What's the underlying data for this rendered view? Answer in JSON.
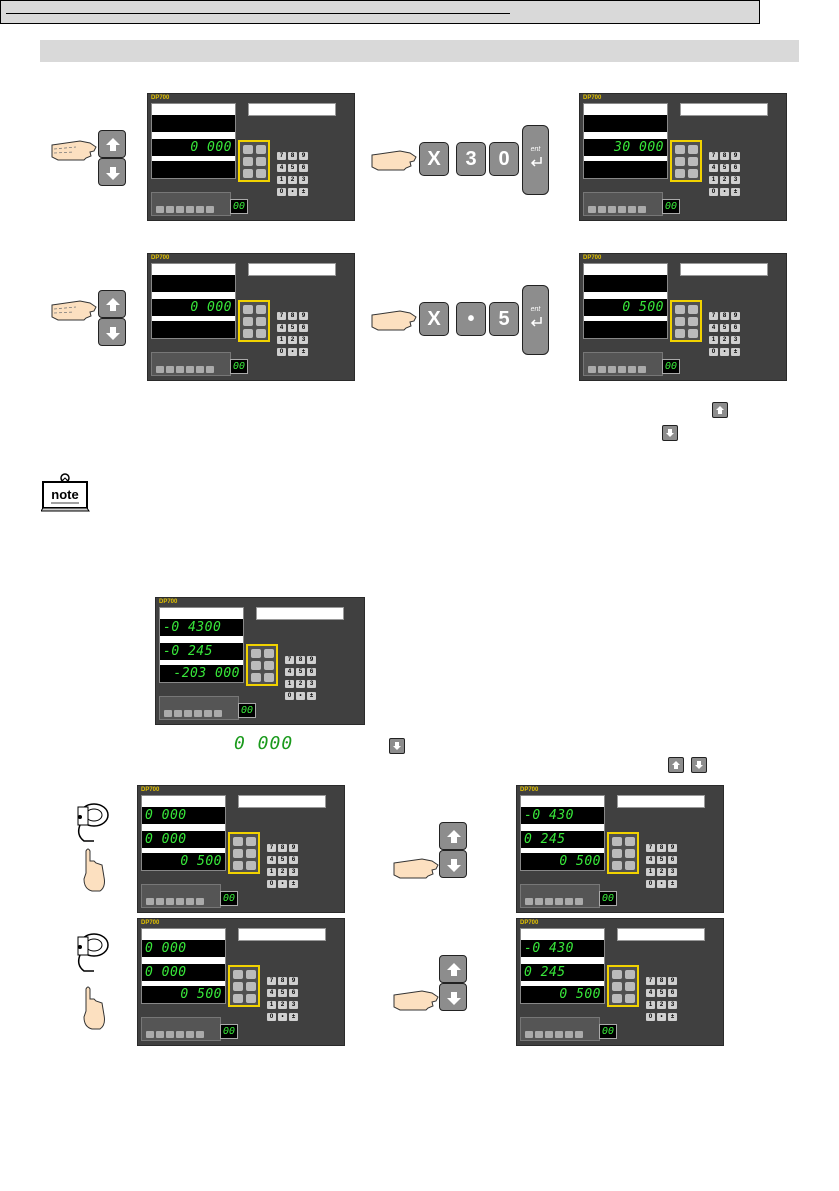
{
  "page": {
    "width": 839,
    "height": 1191
  },
  "brand": "DP700",
  "keys": {
    "x": "X",
    "three": "3",
    "zero": "0",
    "dot": "•",
    "five": "5",
    "enter": "ent"
  },
  "panels": {
    "p1": {
      "r1": "",
      "r2": "0 000",
      "r3": "",
      "tool": "00"
    },
    "p2": {
      "r1": "",
      "r2": "30 000",
      "r3": "",
      "tool": "00"
    },
    "p3": {
      "r1": "",
      "r2": "0 000",
      "r3": "",
      "tool": "00"
    },
    "p4": {
      "r1": "",
      "r2": "0 500",
      "r3": "",
      "tool": "00"
    },
    "p5": {
      "r1": "-0 4300",
      "r2": "-0 245",
      "r3": "-203 000",
      "tool": "00"
    },
    "p6": {
      "r1": "0 000",
      "r2": "0 000",
      "r3": "0 500",
      "tool": "00"
    },
    "p7": {
      "r1": "-0 430",
      "r2": "0 245",
      "r3": "0 500",
      "tool": "00"
    },
    "p8": {
      "r1": "0 000",
      "r2": "0 000",
      "r3": "0 500",
      "tool": "00"
    },
    "p9": {
      "r1": "-0 430",
      "r2": "0 245",
      "r3": "0 500",
      "tool": "00"
    }
  },
  "inline_value": "0 000",
  "note_label": "note",
  "colors": {
    "display_green": "#38e83a",
    "panel_bg": "#404040",
    "axis_highlight": "#f1d200",
    "key_grey": "#8d8d8d",
    "bar_grey": "#d9d9d9"
  }
}
